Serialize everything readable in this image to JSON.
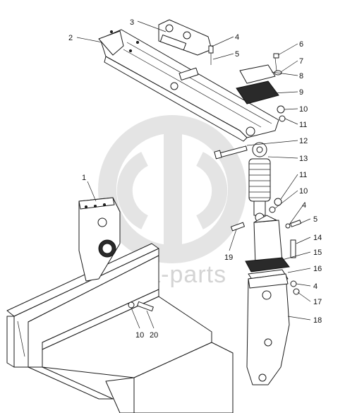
{
  "watermark": {
    "text": "data-parts",
    "color": "#cfcfcf"
  },
  "callouts": [
    "1",
    "2",
    "3",
    "4",
    "5",
    "6",
    "7",
    "8",
    "9",
    "10",
    "11",
    "12",
    "13",
    "11",
    "10",
    "4",
    "5",
    "14",
    "15",
    "16",
    "4",
    "17",
    "18",
    "19",
    "10",
    "20"
  ]
}
